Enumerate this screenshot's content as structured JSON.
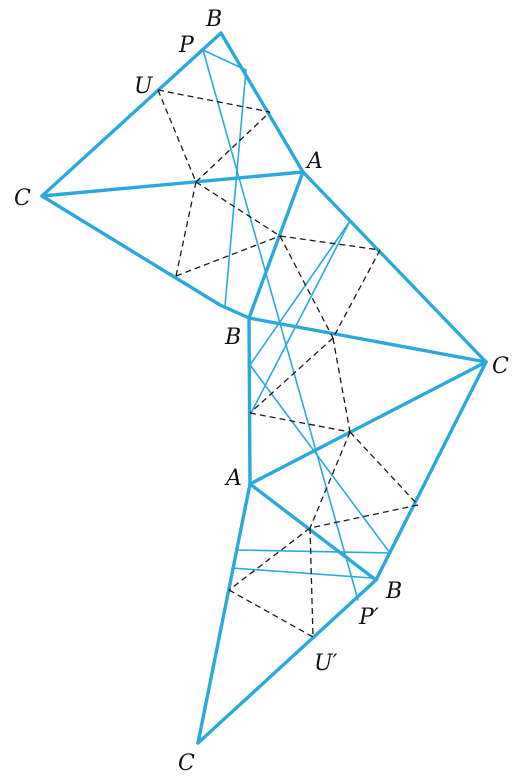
{
  "diagram": {
    "colors": {
      "thick": "#2aa9de",
      "thin": "#2aa9de",
      "dashed": "#1a1a1a",
      "label": "#111111"
    },
    "labels": {
      "b_top": "B",
      "p_top": "P",
      "u_top": "U",
      "c_left": "C",
      "a_upper": "A",
      "b_middle": "B",
      "c_right": "C",
      "a_lower": "A",
      "b_lower": "B",
      "p_prime": "P′",
      "u_prime": "U′",
      "c_bottom": "C"
    }
  }
}
